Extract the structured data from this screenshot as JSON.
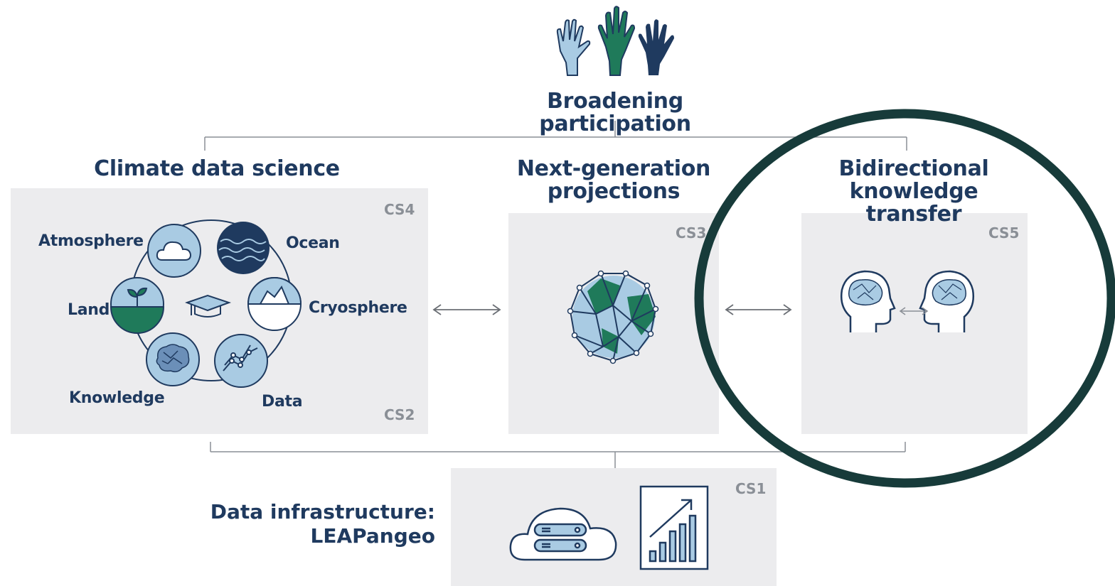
{
  "header": {
    "title": "Broadening participation"
  },
  "panels": {
    "climate": {
      "title": "Climate data science",
      "cs_top": "CS4",
      "cs_bottom": "CS2",
      "nodes": {
        "atmosphere": "Atmosphere",
        "ocean": "Ocean",
        "cryosphere": "Cryosphere",
        "land": "Land",
        "knowledge": "Knowledge",
        "data": "Data"
      }
    },
    "projections": {
      "title_line1": "Next-generation",
      "title_line2": "projections",
      "cs": "CS3"
    },
    "transfer": {
      "title_line1": "Bidirectional knowledge",
      "title_line2": "transfer",
      "cs": "CS5"
    },
    "infrastructure": {
      "line1": "Data infrastructure:",
      "line2": "LEAPangeo",
      "cs": "CS1"
    }
  },
  "colors": {
    "navy": "#1f3a5f",
    "green": "#1f7a5a",
    "light_blue": "#a9cbe3",
    "panel_gray": "#ececee",
    "highlight_ring": "#173b3a"
  },
  "icons": [
    "hands-icon",
    "cloud-icon",
    "ocean-waves-icon",
    "iceberg-icon",
    "sprout-icon",
    "graduation-cap-icon",
    "brain-icon",
    "line-chart-icon",
    "globe-network-icon",
    "head-brain-icon",
    "cloud-server-icon",
    "bar-chart-growth-icon"
  ]
}
